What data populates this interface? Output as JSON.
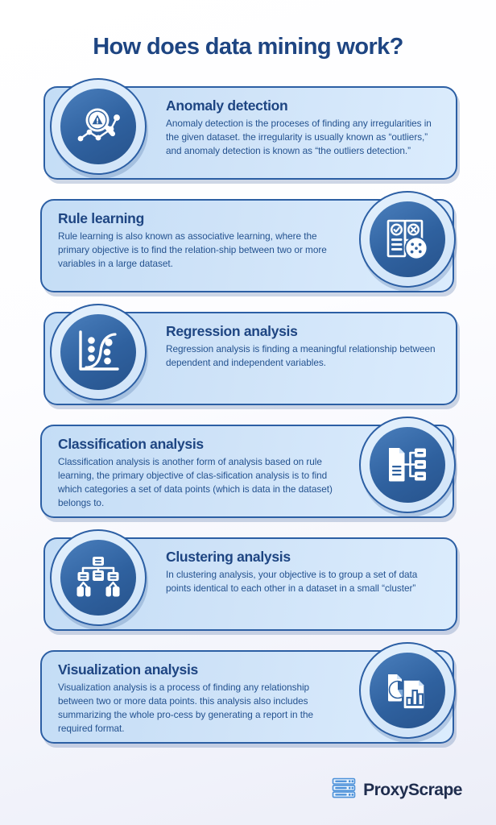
{
  "header": {
    "title": "How does data mining work?"
  },
  "cards": [
    {
      "id": "anomaly-detection",
      "title": "Anomaly detection",
      "body": "Anomaly detection is the proceses of finding any irregularities in the given dataset. the irregularity is usually known as “outliers,” and anomaly detection is known as “the outliers detection.”",
      "icon": "magnifier-warning-icon",
      "icon_side": "left"
    },
    {
      "id": "rule-learning",
      "title": "Rule learning",
      "body": "Rule learning is also known as associative learning, where the primary objective is to find the relation-ship between two or more variables in a large dataset.",
      "icon": "checklist-dots-icon",
      "icon_side": "right"
    },
    {
      "id": "regression-analysis",
      "title": "Regression analysis",
      "body": "Regression analysis is finding a meaningful relationship between dependent and independent variables.",
      "icon": "scatter-curve-icon",
      "icon_side": "left"
    },
    {
      "id": "classification-analysis",
      "title": "Classification analysis",
      "body": "Classification analysis is another form of analysis based on rule learning, the primary objective of clas-sification analysis is to find which categories a set of data points (which is data in the dataset) belongs to.",
      "icon": "document-tree-icon",
      "icon_side": "right"
    },
    {
      "id": "clustering-analysis",
      "title": "Clustering analysis",
      "body": "In clustering analysis, your objective is to group a set of data points identical to each other in a dataset in a small “cluster”",
      "icon": "hierarchy-tree-icon",
      "icon_side": "left"
    },
    {
      "id": "visualization-analysis",
      "title": "Visualization analysis",
      "body": "Visualization analysis is a process of finding any relationship between two or more data points. this analysis also includes summarizing the whole pro-cess by generating a report in the required format.",
      "icon": "charts-documents-icon",
      "icon_side": "right"
    }
  ],
  "footer": {
    "brand": "ProxyScrape",
    "logo_icon": "server-stack-icon"
  },
  "colors": {
    "title_navy": "#1e4582",
    "card_border": "#2c5fa4",
    "card_fill": "#cfe3f8",
    "badge_fill": "#2f619f",
    "brand_text": "#1f2d4e",
    "logo_blue": "#4a90d9"
  }
}
